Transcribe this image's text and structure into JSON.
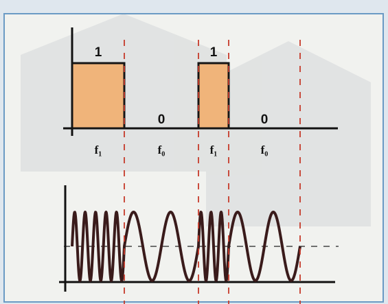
{
  "colors": {
    "background": "#dfe7ee",
    "panel": "#f1f2ef",
    "frame_border": "#6a9ac4",
    "axis": "#111111",
    "bit_fill": "#f0b47a",
    "bit_stroke": "#151515",
    "boundary": "#c63a2a",
    "wave": "#3a1b1b",
    "midline": "#444444"
  },
  "bits": [
    {
      "label": "1",
      "frequency": "f₁"
    },
    {
      "label": "0",
      "frequency": "f₀"
    },
    {
      "label": "1",
      "frequency": "f₁"
    },
    {
      "label": "0",
      "frequency": "f₀"
    }
  ],
  "waveform": {
    "segment_cycles": [
      5,
      2,
      3,
      2
    ]
  }
}
